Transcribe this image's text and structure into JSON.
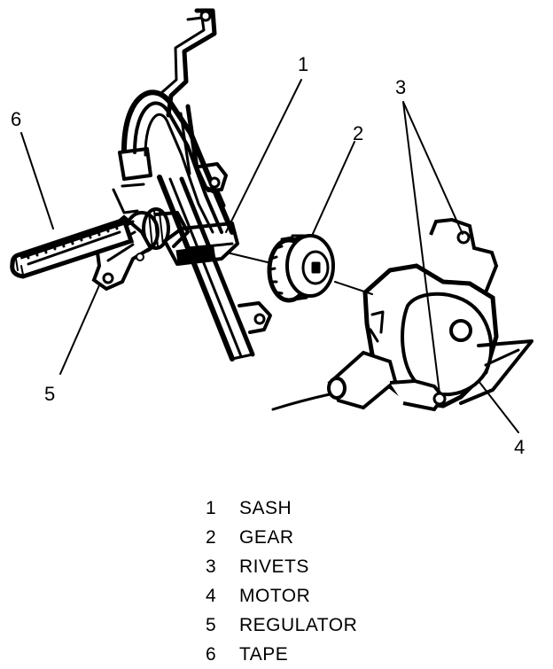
{
  "callouts": {
    "c1": "1",
    "c2": "2",
    "c3": "3",
    "c4": "4",
    "c5": "5",
    "c6": "6"
  },
  "legend": [
    {
      "number": "1",
      "name": "SASH"
    },
    {
      "number": "2",
      "name": "GEAR"
    },
    {
      "number": "3",
      "name": "RIVETS"
    },
    {
      "number": "4",
      "name": "MOTOR"
    },
    {
      "number": "5",
      "name": "REGULATOR"
    },
    {
      "number": "6",
      "name": "TAPE"
    }
  ]
}
